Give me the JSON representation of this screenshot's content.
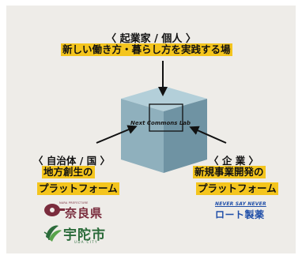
{
  "top": {
    "heading": "〈 起業家 / 個人 〉",
    "line": "新しい働き方・暮らし方を実践する場"
  },
  "center": {
    "label": "Next Commons Lab"
  },
  "left": {
    "heading": "〈 自治体 / 国 〉",
    "line1": "地方創生の",
    "line2": "プラットフォーム",
    "logos": {
      "nara_pref_small": "NARA PREFECTURE",
      "nara_name": "奈良県",
      "uda_name": "宇陀市",
      "uda_city_small": "UDA CITY"
    }
  },
  "right": {
    "heading": "〈 企 業 〉",
    "line1": "新規事業開発の",
    "line2": "プラットフォーム",
    "logo": {
      "tagline": "NEVER SAY NEVER",
      "name": "ロート製薬"
    }
  },
  "colors": {
    "background": "#eeece8",
    "highlight": "#f4c51d",
    "cube_top": "#b3cfd9",
    "cube_left": "#8fb0bd",
    "cube_right": "#6f93a3",
    "nara": "#7a2c3d",
    "uda": "#2b6b3a",
    "rohto": "#1f4ea8"
  },
  "icons": {
    "arrows": "arrow-icon",
    "cube": "cube-icon",
    "nara_logo": "nara-emblem-icon",
    "uda_logo": "uda-emblem-icon"
  }
}
